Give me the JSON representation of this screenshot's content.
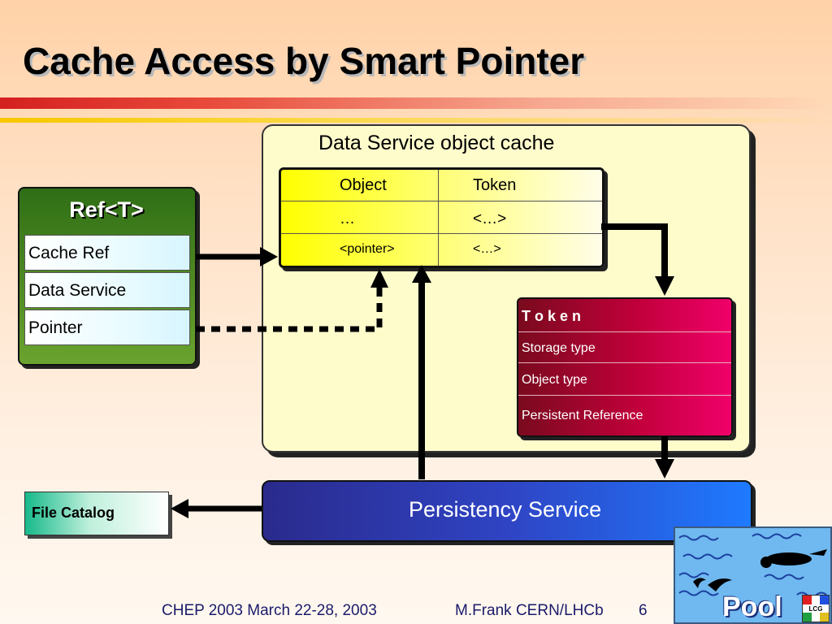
{
  "slide": {
    "title": "Cache Access by Smart Pointer"
  },
  "cache": {
    "title": "Data Service object cache",
    "table": {
      "headers": [
        "Object",
        "Token"
      ],
      "rows": [
        [
          "…",
          "<…>"
        ],
        [
          "<pointer>",
          "<…>"
        ]
      ]
    }
  },
  "ref": {
    "title": "Ref<T>",
    "rows": [
      "Cache Ref",
      "Data Service",
      "Pointer"
    ]
  },
  "token": {
    "title": "T o k e n",
    "rows": [
      "Storage type",
      "Object type",
      "Persistent Reference"
    ]
  },
  "persistency_service": {
    "label": "Persistency Service"
  },
  "file_catalog": {
    "label": "File Catalog"
  },
  "footer": {
    "left": "CHEP 2003 March 22-28, 2003",
    "author": "M.Frank CERN/LHCb",
    "page": "6"
  },
  "logo": {
    "text": "Pool",
    "badge": "LCG"
  },
  "colors": {
    "cache_bg": "#fffccc",
    "ref_green": "#4a8a22",
    "token_red": "#c0003a",
    "persistency_blue": "#2f44c4",
    "catalog_green": "#17b98a"
  }
}
